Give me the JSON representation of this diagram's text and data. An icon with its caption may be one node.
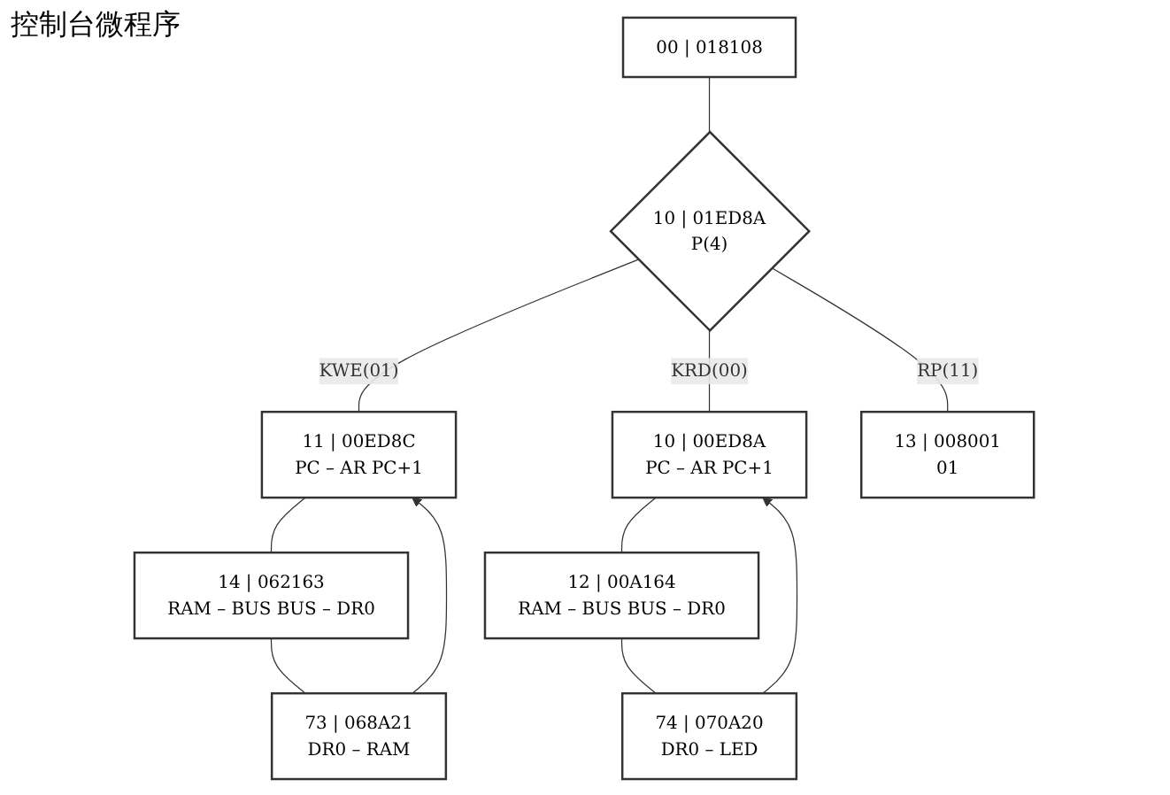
{
  "diagram": {
    "title": "控制台微程序",
    "nodes": [
      {
        "text": [
          "00 | 018108"
        ]
      },
      {
        "text": [
          "10 | 01ED8A",
          "P(4)"
        ]
      },
      {
        "text": [
          "11 | 00ED8C",
          "PC – AR PC+1"
        ]
      },
      {
        "text": [
          "14 | 062163",
          "RAM – BUS BUS – DR0"
        ]
      },
      {
        "text": [
          "73 | 068A21",
          "DR0 – RAM"
        ]
      },
      {
        "text": [
          "10 | 00ED8A",
          "PC – AR PC+1"
        ]
      },
      {
        "text": [
          "12 | 00A164",
          "RAM – BUS BUS – DR0"
        ]
      },
      {
        "text": [
          "74 | 070A20",
          "DR0 – LED"
        ]
      },
      {
        "text": [
          "13 | 008001",
          "01"
        ]
      }
    ],
    "edges": [
      {
        "from": 0,
        "to": 1,
        "arrow": "none"
      },
      {
        "from": 1,
        "to": 2,
        "arrow": "none",
        "label": "KWE(01)"
      },
      {
        "from": 1,
        "to": 5,
        "arrow": "none",
        "label": "KRD(00)"
      },
      {
        "from": 1,
        "to": 8,
        "arrow": "none",
        "label": "RP(11)"
      },
      {
        "from": 2,
        "to": 3,
        "arrow": "none"
      },
      {
        "from": 3,
        "to": 4,
        "arrow": "none"
      },
      {
        "from": 4,
        "to": 2,
        "arrow": "to"
      },
      {
        "from": 5,
        "to": 6,
        "arrow": "none"
      },
      {
        "from": 6,
        "to": 7,
        "arrow": "none"
      },
      {
        "from": 7,
        "to": 5,
        "arrow": "to"
      }
    ]
  }
}
